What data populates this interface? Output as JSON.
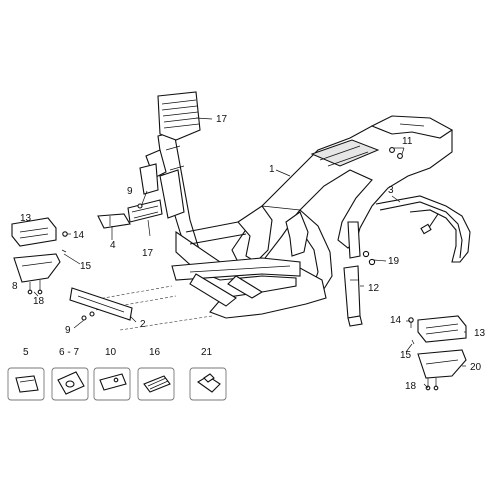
{
  "callouts": {
    "c1": "1",
    "c2": "2",
    "c3": "3",
    "c4": "4",
    "c5": "5",
    "c6_7": "6 - 7",
    "c8": "8",
    "c9a": "9",
    "c9b": "9",
    "c10": "10",
    "c11": "11",
    "c12": "12",
    "c13a": "13",
    "c13b": "13",
    "c14a": "14",
    "c14b": "14",
    "c15a": "15",
    "c15b": "15",
    "c16": "16",
    "c17a": "17",
    "c17b": "17",
    "c18a": "18",
    "c18b": "18",
    "c19": "19",
    "c20": "20",
    "c21": "21"
  }
}
